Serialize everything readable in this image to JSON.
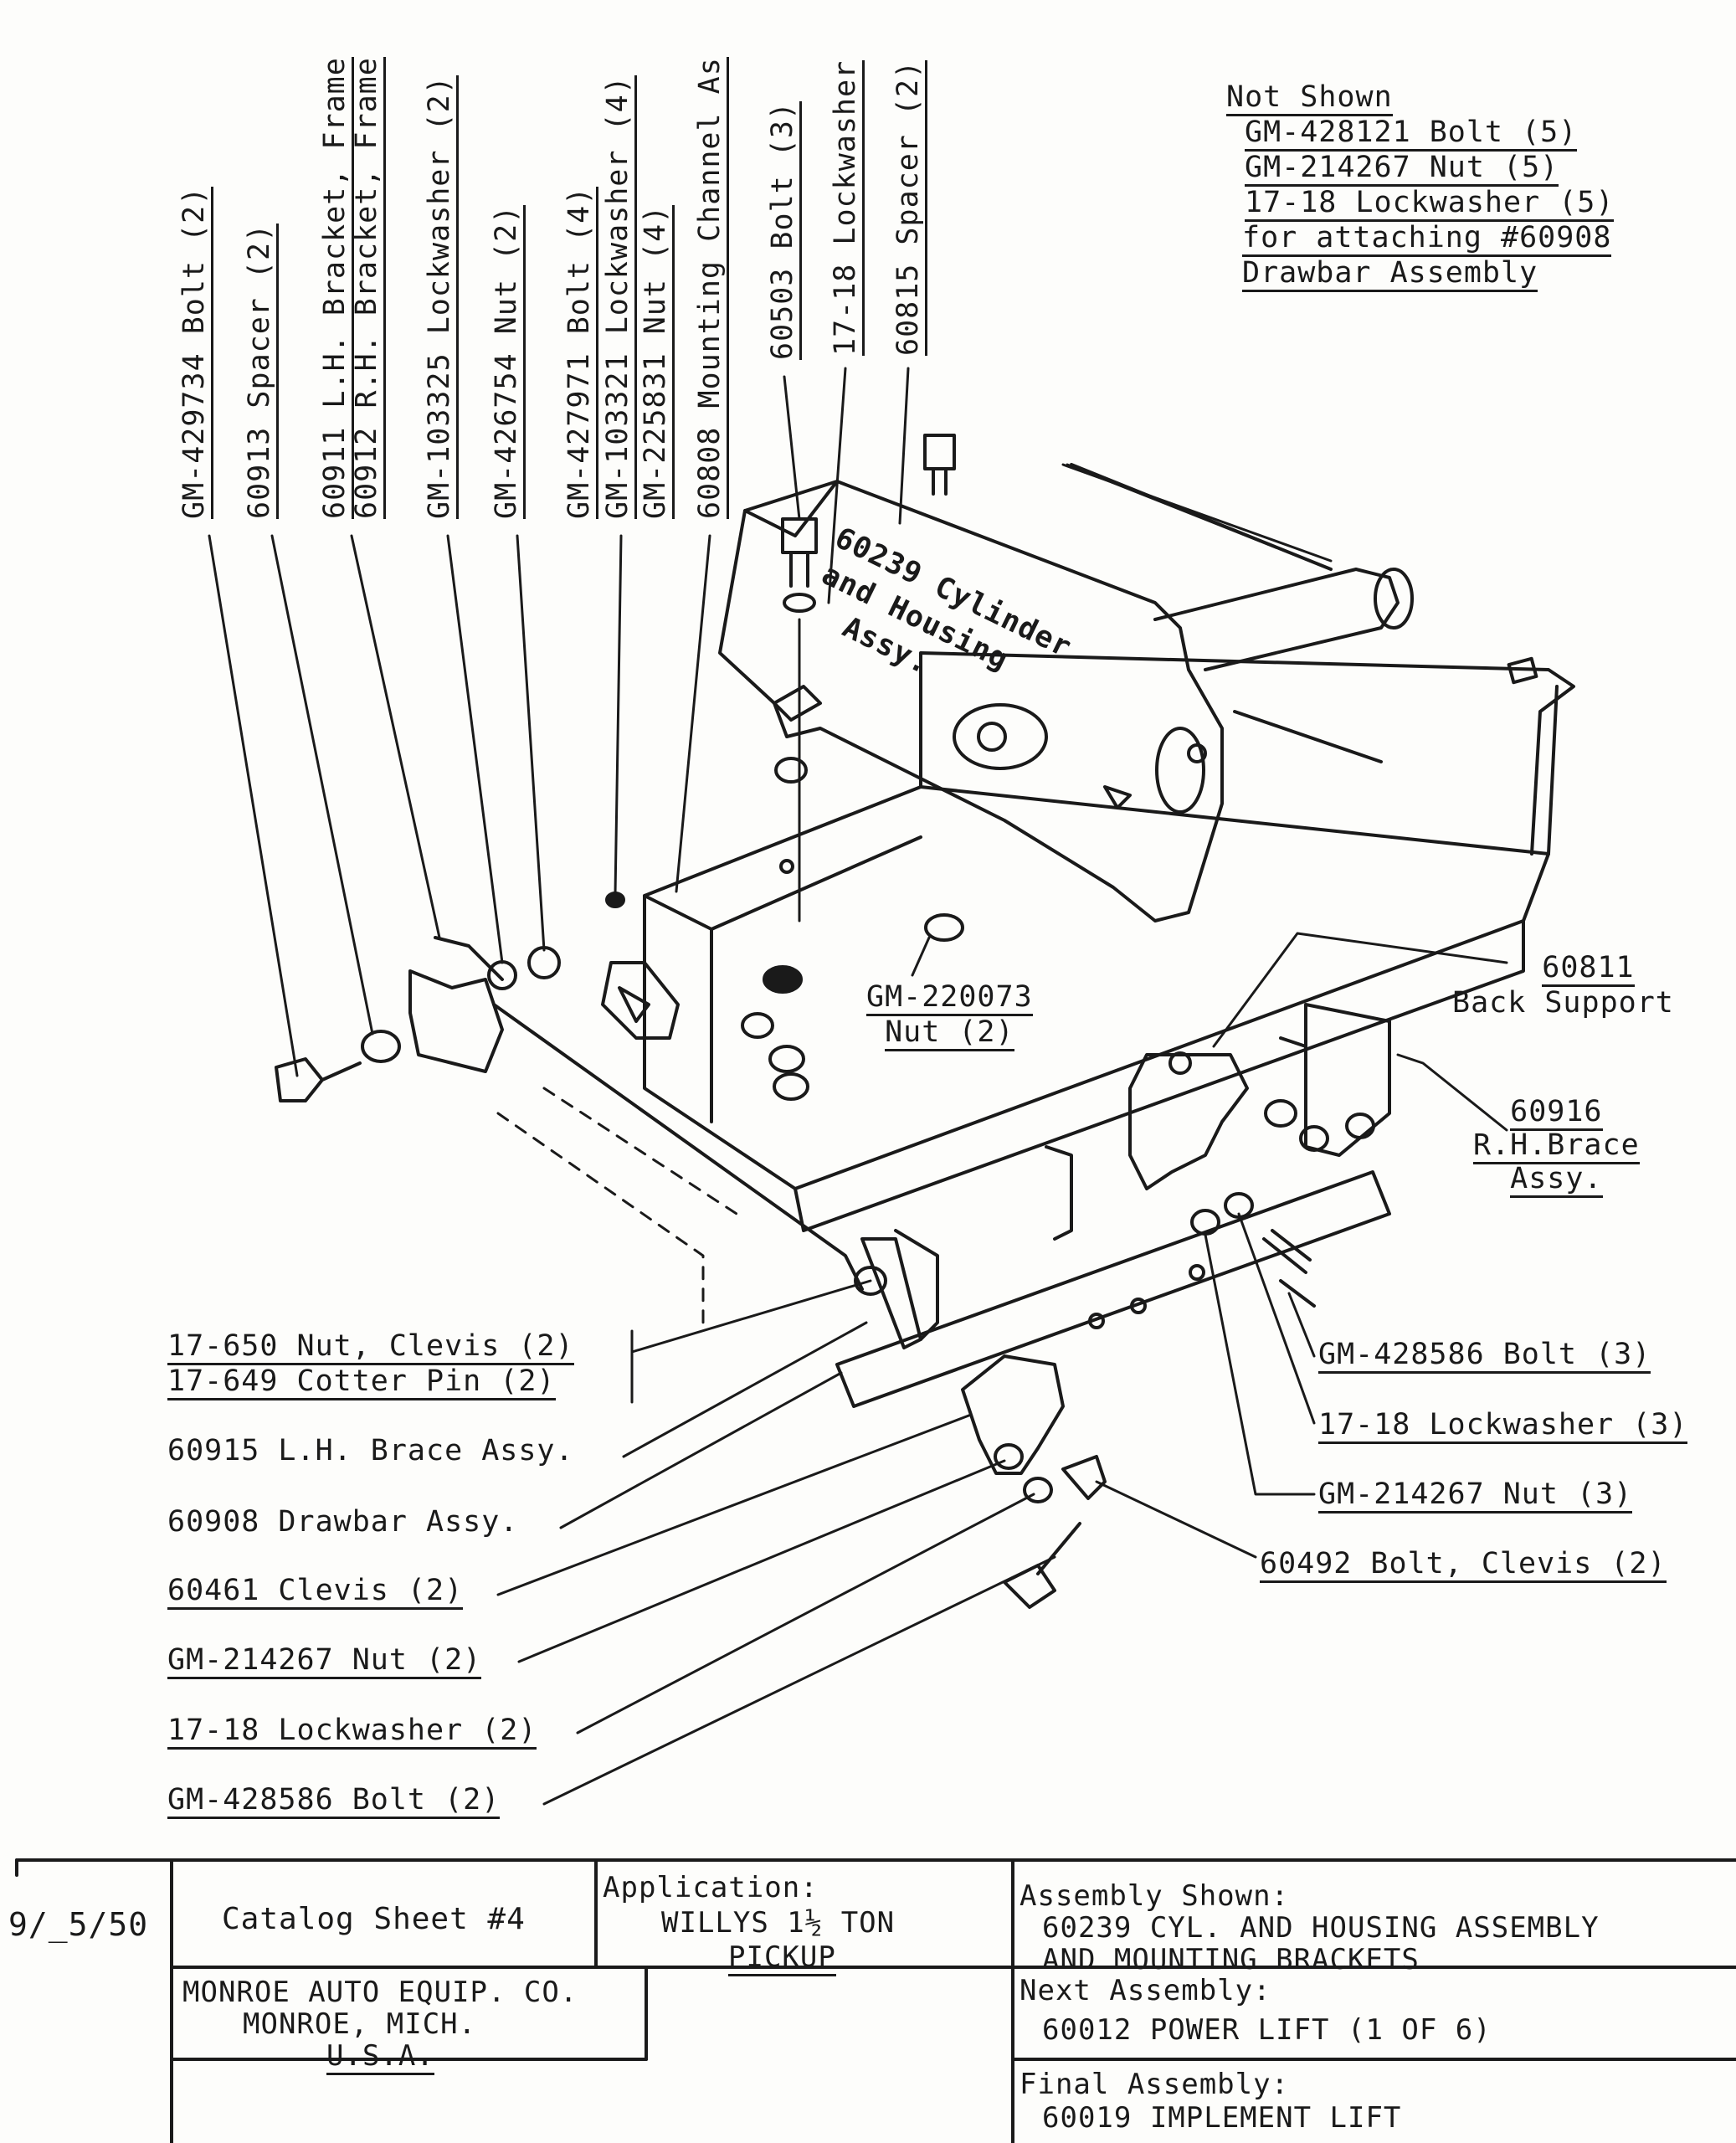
{
  "vertical_labels": [
    {
      "text": "GM-429734 Bolt (2)"
    },
    {
      "text": "60913 Spacer (2)"
    },
    {
      "text": "60911 L.H. Bracket, Frame"
    },
    {
      "text": "60912 R.H. Bracket, Frame"
    },
    {
      "text": "GM-103325 Lockwasher (2)"
    },
    {
      "text": "GM-426754 Nut (2)"
    },
    {
      "text": "GM-427971 Bolt (4)"
    },
    {
      "text": "GM-103321 Lockwasher (4)"
    },
    {
      "text": "GM-225831 Nut (4)"
    },
    {
      "text": "60808 Mounting Channel As"
    },
    {
      "text": "60503 Bolt (3)"
    },
    {
      "text": "17-18 Lockwasher"
    },
    {
      "text": "60815 Spacer (2)"
    }
  ],
  "not_shown": {
    "heading": "Not Shown",
    "lines": [
      "GM-428121 Bolt (5)",
      "GM-214267 Nut (5)",
      "17-18 Lockwasher (5)",
      "for attaching #60908",
      "Drawbar Assembly"
    ]
  },
  "diagram_labels": {
    "cylinder_1": "60239 Cylinder",
    "cylinder_2": "and Housing",
    "cylinder_3": "Assy.",
    "nut_1": "GM-220073",
    "nut_2": "Nut (2)",
    "back_support_1": "60811",
    "back_support_2": "Back Support",
    "rh_brace_1": "60916",
    "rh_brace_2": "R.H.Brace",
    "rh_brace_3": "Assy."
  },
  "left_callouts": [
    "17-650 Nut, Clevis (2)",
    "17-649 Cotter Pin (2)",
    "60915 L.H. Brace Assy.",
    "60908 Drawbar Assy.",
    "60461 Clevis (2)",
    "GM-214267 Nut (2)",
    "17-18 Lockwasher (2)",
    "GM-428586 Bolt (2)"
  ],
  "right_callouts": [
    "GM-428586 Bolt (3)",
    "17-18 Lockwasher (3)",
    "GM-214267 Nut (3)",
    "60492 Bolt, Clevis (2)"
  ],
  "title_block": {
    "date": "9/_5/50",
    "catalog_sheet": "Catalog Sheet #4",
    "application_label": "Application:",
    "application_value_1": "WILLYS 1½ TON",
    "application_value_2": "PICKUP",
    "assembly_shown_label": "Assembly Shown:",
    "assembly_shown_1": "60239 CYL. AND HOUSING ASSEMBLY",
    "assembly_shown_2": "AND MOUNTING BRACKETS",
    "company_1": "MONROE AUTO EQUIP. CO.",
    "company_2": "MONROE, MICH.",
    "company_3": "U.S.A.",
    "next_assembly_label": "Next Assembly:",
    "next_assembly_value": "60012 POWER LIFT (1 OF 6)",
    "final_assembly_label": "Final Assembly:",
    "final_assembly_value": "60019 IMPLEMENT LIFT"
  }
}
